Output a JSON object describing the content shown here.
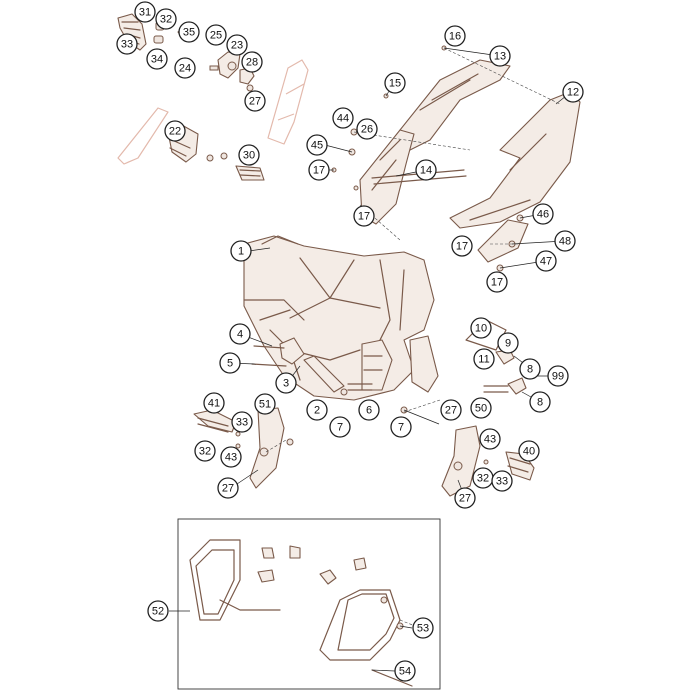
{
  "callouts": [
    {
      "id": "c1",
      "label": "1"
    },
    {
      "id": "c2",
      "label": "2"
    },
    {
      "id": "c3",
      "label": "3"
    },
    {
      "id": "c4",
      "label": "4"
    },
    {
      "id": "c5",
      "label": "5"
    },
    {
      "id": "c6",
      "label": "6"
    },
    {
      "id": "c7a",
      "label": "7"
    },
    {
      "id": "c7b",
      "label": "7"
    },
    {
      "id": "c8a",
      "label": "8"
    },
    {
      "id": "c8b",
      "label": "8"
    },
    {
      "id": "c9",
      "label": "9"
    },
    {
      "id": "c10",
      "label": "10"
    },
    {
      "id": "c11",
      "label": "11"
    },
    {
      "id": "c12",
      "label": "12"
    },
    {
      "id": "c13",
      "label": "13"
    },
    {
      "id": "c14",
      "label": "14"
    },
    {
      "id": "c15",
      "label": "15"
    },
    {
      "id": "c16",
      "label": "16"
    },
    {
      "id": "c17a",
      "label": "17"
    },
    {
      "id": "c17b",
      "label": "17"
    },
    {
      "id": "c17c",
      "label": "17"
    },
    {
      "id": "c17d",
      "label": "17"
    },
    {
      "id": "c22",
      "label": "22"
    },
    {
      "id": "c23",
      "label": "23"
    },
    {
      "id": "c24",
      "label": "24"
    },
    {
      "id": "c25",
      "label": "25"
    },
    {
      "id": "c26",
      "label": "26"
    },
    {
      "id": "c27a",
      "label": "27"
    },
    {
      "id": "c27b",
      "label": "27"
    },
    {
      "id": "c27c",
      "label": "27"
    },
    {
      "id": "c27d",
      "label": "27"
    },
    {
      "id": "c28",
      "label": "28"
    },
    {
      "id": "c30",
      "label": "30"
    },
    {
      "id": "c31",
      "label": "31"
    },
    {
      "id": "c32a",
      "label": "32"
    },
    {
      "id": "c32b",
      "label": "32"
    },
    {
      "id": "c32c",
      "label": "32"
    },
    {
      "id": "c33a",
      "label": "33"
    },
    {
      "id": "c33b",
      "label": "33"
    },
    {
      "id": "c33c",
      "label": "33"
    },
    {
      "id": "c34",
      "label": "34"
    },
    {
      "id": "c35",
      "label": "35"
    },
    {
      "id": "c40",
      "label": "40"
    },
    {
      "id": "c41",
      "label": "41"
    },
    {
      "id": "c43a",
      "label": "43"
    },
    {
      "id": "c43b",
      "label": "43"
    },
    {
      "id": "c44",
      "label": "44"
    },
    {
      "id": "c45",
      "label": "45"
    },
    {
      "id": "c46",
      "label": "46"
    },
    {
      "id": "c47",
      "label": "47"
    },
    {
      "id": "c48",
      "label": "48"
    },
    {
      "id": "c50",
      "label": "50"
    },
    {
      "id": "c51",
      "label": "51"
    },
    {
      "id": "c52",
      "label": "52"
    },
    {
      "id": "c53",
      "label": "53"
    },
    {
      "id": "c54",
      "label": "54"
    },
    {
      "id": "c99",
      "label": "99"
    }
  ]
}
